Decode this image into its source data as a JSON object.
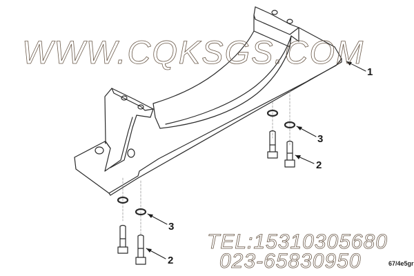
{
  "diagram": {
    "type": "exploded-parts-view",
    "subject": "Support bracket with mounting capscrews and washers",
    "callouts": [
      {
        "id": "1",
        "label": "1",
        "part": "bracket"
      },
      {
        "id": "2",
        "label": "2",
        "part": "capscrew"
      },
      {
        "id": "3",
        "label": "3",
        "part": "washer"
      }
    ],
    "figure_code": "67/4e5gr"
  },
  "watermark": {
    "url": "WWW.CQKSGS.COM",
    "tel": "TEL:15310305680",
    "phone": "023-65830950"
  },
  "colors": {
    "line": "#2a2a2a",
    "watermark_stroke": "#6b5a4a",
    "background": "#ffffff"
  }
}
